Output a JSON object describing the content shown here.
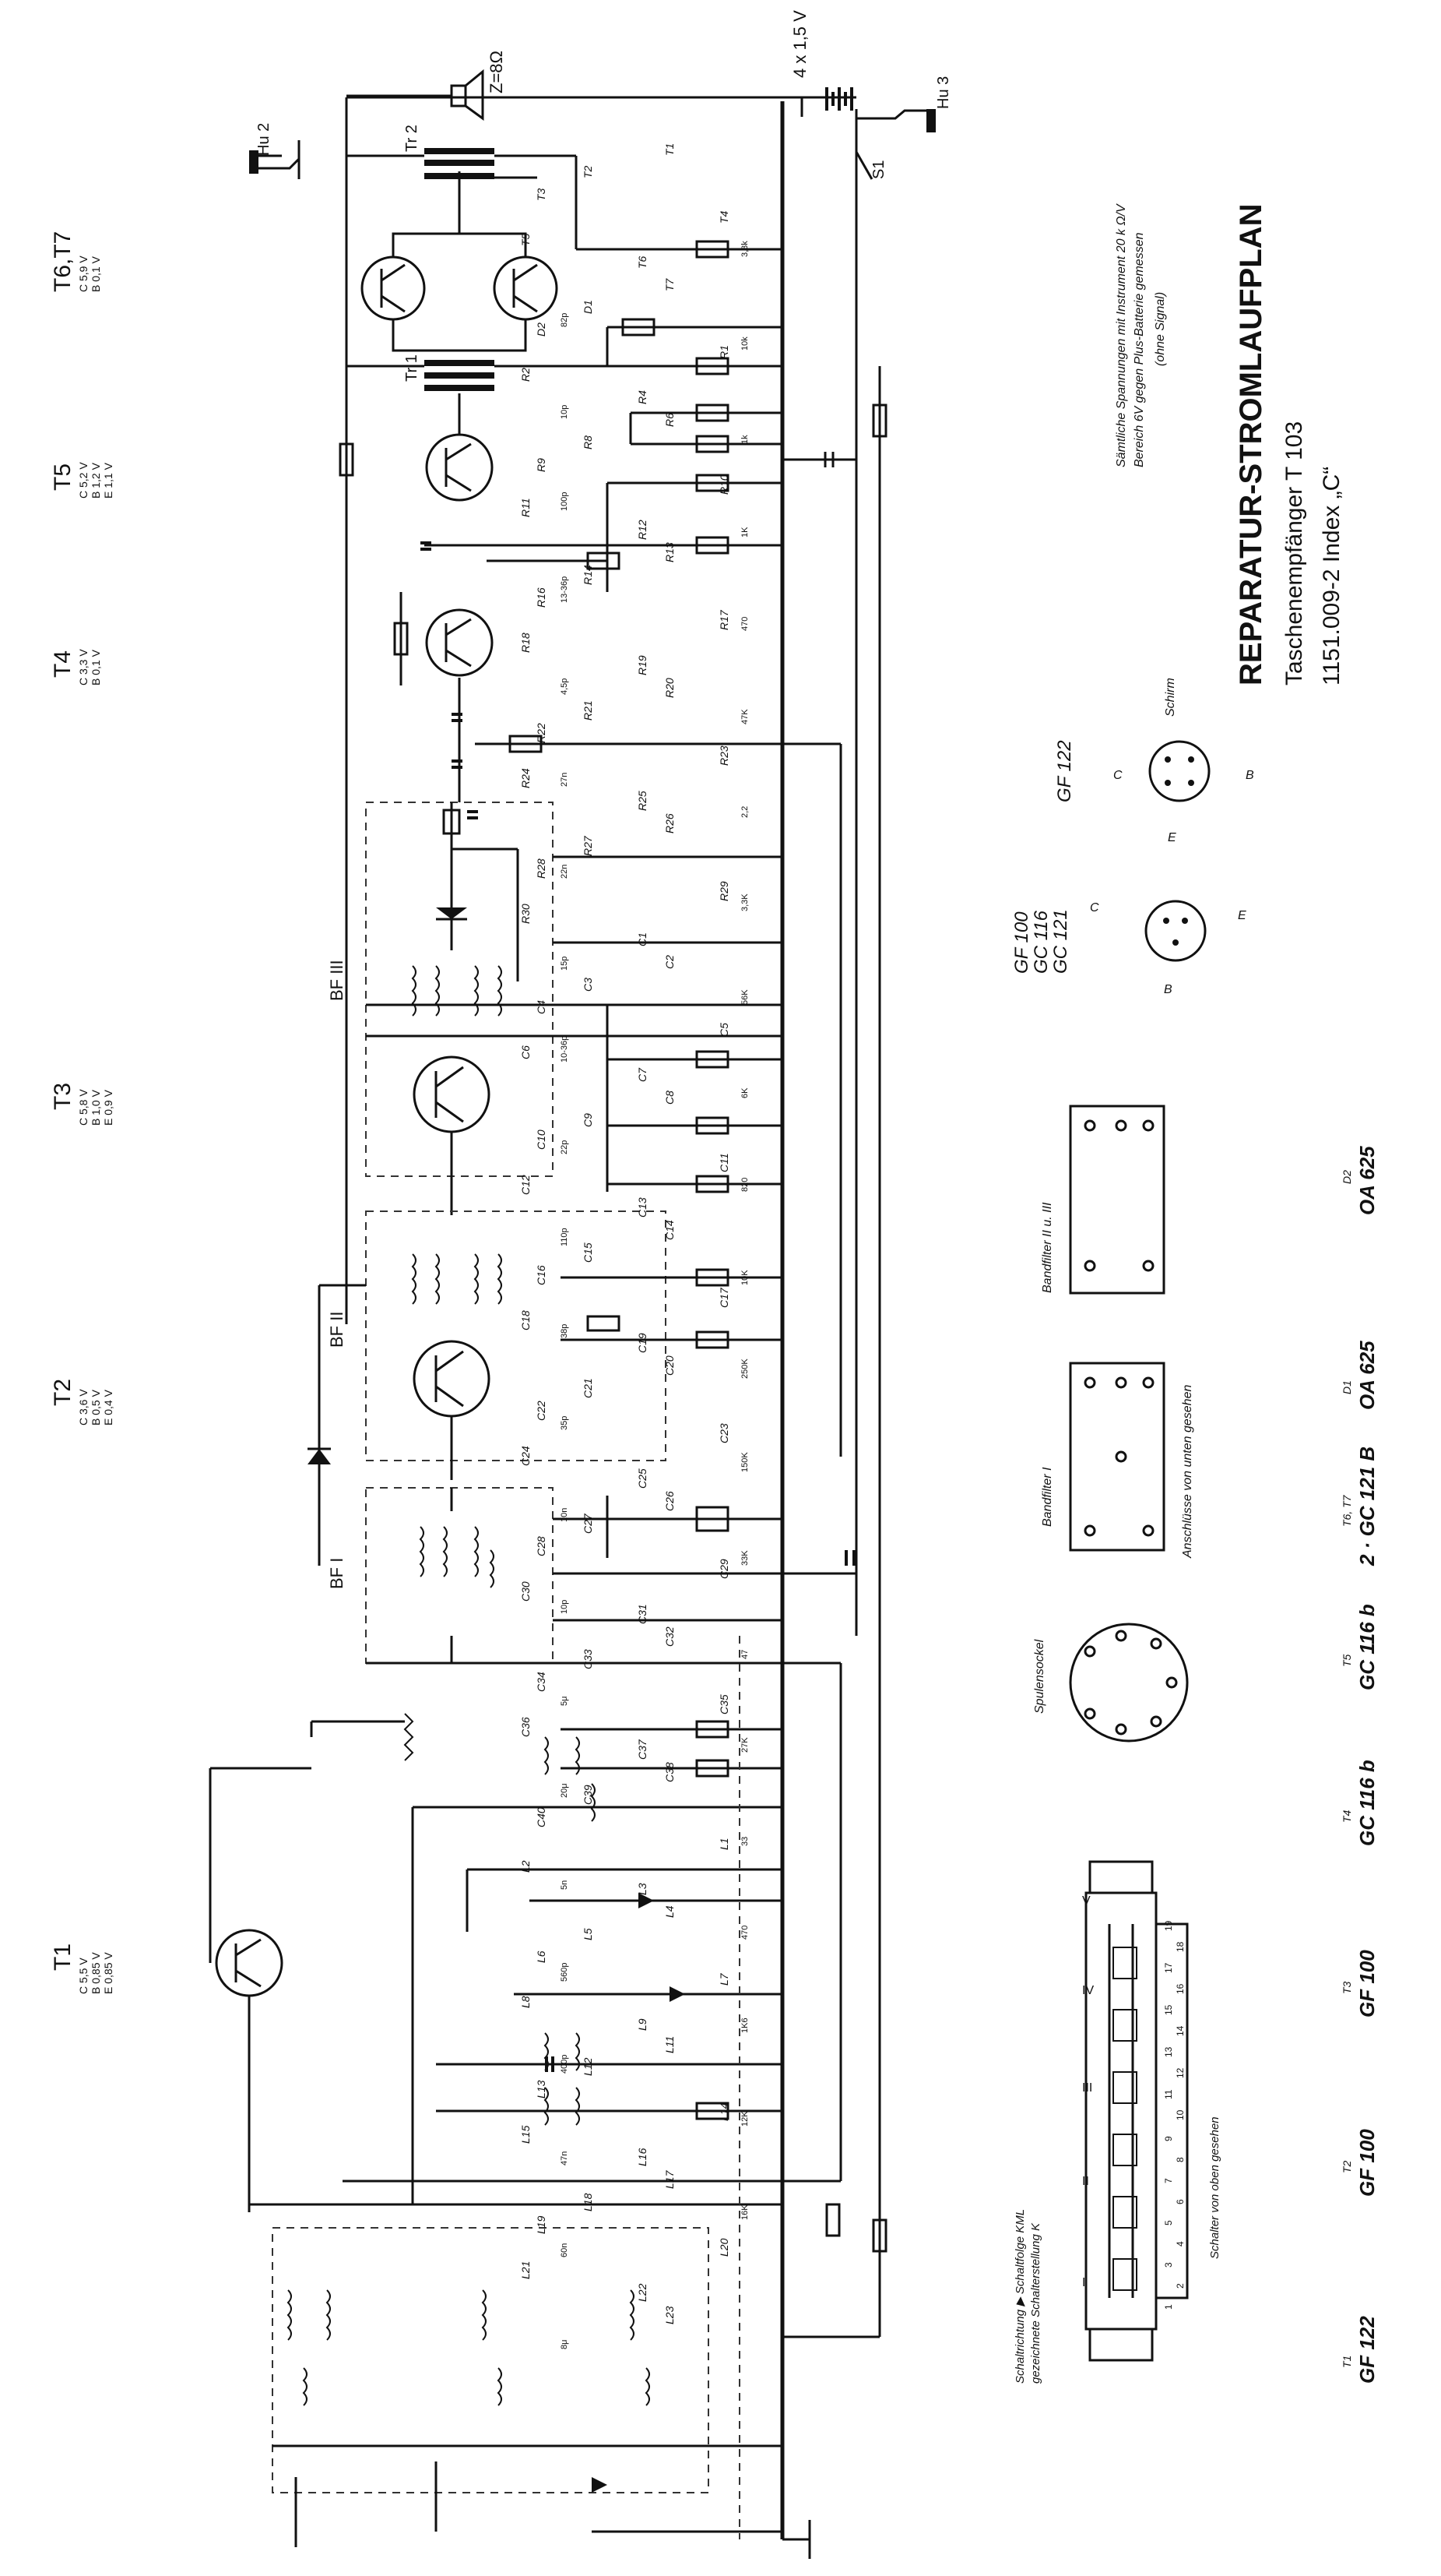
{
  "title": {
    "main": "REPARATUR-STROMLAUFPLAN",
    "device": "Taschenempfänger T 103",
    "index": "1151.009-2 Index „C“"
  },
  "notes": {
    "voltage_line1": "Sämtliche Spannungen mit Instrument 20 k Ω/V",
    "voltage_line2": "Bereich 6V gegen Plus-Batterie gemessen",
    "voltage_line3": "(ohne Signal)"
  },
  "battery": "4 x 1,5 V",
  "speaker": "Z=8Ω",
  "connectors": {
    "hu2": "Hu 2",
    "hu3": "Hu 3",
    "switch": "S1"
  },
  "transistor_voltages": [
    {
      "name": "T1",
      "lines": [
        "C 5,5 V",
        "B 0,85 V",
        "E 0,85 V"
      ]
    },
    {
      "name": "T2",
      "lines": [
        "C 3,6 V",
        "B 0,5 V",
        "E 0,4 V"
      ]
    },
    {
      "name": "T3",
      "lines": [
        "C 5,8 V",
        "B 1,0 V",
        "E 0,9 V"
      ]
    },
    {
      "name": "T4",
      "lines": [
        "C 3,3 V",
        "B 0,1 V"
      ]
    },
    {
      "name": "T5",
      "lines": [
        "C 5,2 V",
        "B 1,2 V",
        "E 1,1 V"
      ]
    },
    {
      "name": "T6,T7",
      "lines": [
        "C 5,9 V",
        "B 0,1 V"
      ]
    }
  ],
  "parts_table": [
    {
      "ref": "T1",
      "type": "GF 122"
    },
    {
      "ref": "T2",
      "type": "GF 100"
    },
    {
      "ref": "T3",
      "type": "GF 100"
    },
    {
      "ref": "T4",
      "type": "GC 116 b"
    },
    {
      "ref": "T5",
      "type": "GC 116 b"
    },
    {
      "ref": "T6, T7",
      "type": "2 · GC 121 B"
    },
    {
      "ref": "D1",
      "type": "OA 625"
    },
    {
      "ref": "D2",
      "type": "OA 625"
    }
  ],
  "pinouts": {
    "gf122": {
      "label": "GF 122",
      "pins": [
        "C",
        "B",
        "E",
        "Schirm"
      ]
    },
    "gf100": {
      "label": "GF 100\nGC 116\nGC 121",
      "pins": [
        "C",
        "B",
        "E"
      ]
    },
    "spulensockel": "Spulensockel",
    "bandfilter1": "Bandfilter I",
    "bandfilter23": "Bandfilter II u. III",
    "anschluesse": "Anschlüsse von unten gesehen"
  },
  "switch": {
    "caption1": "Schaltrichtung ▶ Schaltfolge KML",
    "caption2": "gezeichnete Schalterstellung K",
    "caption3": "Schalter von oben gesehen",
    "positions": [
      "I",
      "II",
      "III",
      "IV",
      "V"
    ],
    "contacts": [
      "1",
      "2",
      "3",
      "4",
      "5",
      "6",
      "7",
      "8",
      "9",
      "10",
      "11",
      "12",
      "13",
      "14",
      "15",
      "16",
      "17",
      "18",
      "19"
    ]
  },
  "block_labels": {
    "bfI": "BF I",
    "bfII": "BF II",
    "bfIII": "BF III",
    "trI": "Tr 1",
    "trII": "Tr 2"
  },
  "components": {
    "transistors": [
      "T1",
      "T2",
      "T3",
      "T4",
      "T5",
      "T6",
      "T7"
    ],
    "diodes": [
      "D1",
      "D2"
    ],
    "resistors": [
      "R1",
      "R2",
      "R4",
      "R6",
      "R8",
      "R9",
      "R10",
      "R11",
      "R12",
      "R13",
      "R14",
      "R16",
      "R17",
      "R18",
      "R19",
      "R20",
      "R21",
      "R22",
      "R23",
      "R24",
      "R25",
      "R26",
      "R27",
      "R28",
      "R29",
      "R30"
    ],
    "resistor_values": [
      "3,3k",
      "10k",
      "1k",
      "1K",
      "470",
      "47K",
      "2,2",
      "3,3K",
      "56K",
      "6K",
      "820",
      "10K",
      "250K",
      "150K",
      "33K",
      "47",
      "27K",
      "33",
      "470",
      "1K6",
      "12K",
      "16K"
    ],
    "capacitors": [
      "C1",
      "C2",
      "C3",
      "C4",
      "C5",
      "C6",
      "C7",
      "C8",
      "C9",
      "C10",
      "C11",
      "C12",
      "C13",
      "C14",
      "C15",
      "C16",
      "C17",
      "C18",
      "C19",
      "C20",
      "C21",
      "C22",
      "C23",
      "C24",
      "C25",
      "C26",
      "C27",
      "C28",
      "C29",
      "C30",
      "C31",
      "C32",
      "C33",
      "C34",
      "C35",
      "C36",
      "C37",
      "C38",
      "C39",
      "C40"
    ],
    "capacitor_values": [
      "82p",
      "10p",
      "100p",
      "13-36p",
      "4,5p",
      "27n",
      "22n",
      "15p",
      "10-36p",
      "22p",
      "110p",
      "38p",
      "35p",
      "10n",
      "10p",
      "5μ",
      "20μ",
      "5n",
      "560p",
      "400p",
      "47n",
      "60n",
      "8μ"
    ],
    "inductors": [
      "L1",
      "L2",
      "L3",
      "L4",
      "L5",
      "L6",
      "L7",
      "L8",
      "L9",
      "L11",
      "L12",
      "L13",
      "L14",
      "L15",
      "L16",
      "L17",
      "L18",
      "L19",
      "L20",
      "L21",
      "L22",
      "L23"
    ]
  },
  "colors": {
    "ink": "#111111",
    "paper": "#ffffff"
  }
}
